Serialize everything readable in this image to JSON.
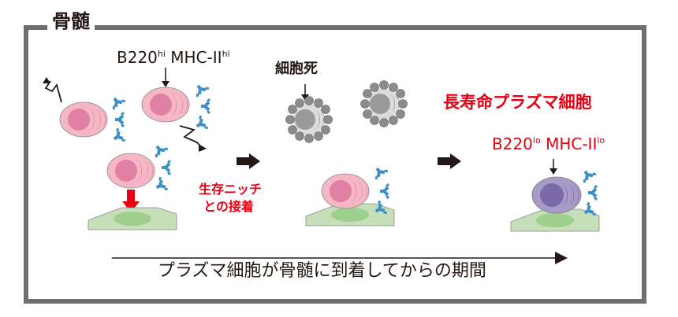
{
  "frame": {
    "title": "骨髄"
  },
  "stage1": {
    "marker": {
      "b220": "B220",
      "b220_level": "hi",
      "mhc": "MHC-II",
      "mhc_level": "hi"
    },
    "niche_label_line1": "生存ニッチ",
    "niche_label_line2": "との接着"
  },
  "stage2": {
    "label": "細胞死"
  },
  "stage3": {
    "title": "長寿命プラズマ細胞",
    "marker": {
      "b220": "B220",
      "b220_level": "lo",
      "mhc": "MHC-II",
      "mhc_level": "lo"
    }
  },
  "timeline": {
    "label": "プラズマ細胞が骨髄に到着してからの期間"
  },
  "colors": {
    "frame": "#6e6e6e",
    "cell_pink": "#f5b7c4",
    "nucleus_pink": "#e080a3",
    "cell_purple": "#a89bc8",
    "nucleus_purple": "#7a6aa8",
    "dead_cell": "#9a9a9a",
    "stroma_green": "#c7dfb9",
    "stroma_nucleus": "#9fcf8f",
    "antibody_blue": "#3d8fc7",
    "accent_red": "#e60012"
  },
  "icons": [
    "zigzag-arrow-icon",
    "down-arrow-icon",
    "right-arrow-icon",
    "antibody-icon",
    "cell-icon",
    "stromal-cell-icon"
  ]
}
